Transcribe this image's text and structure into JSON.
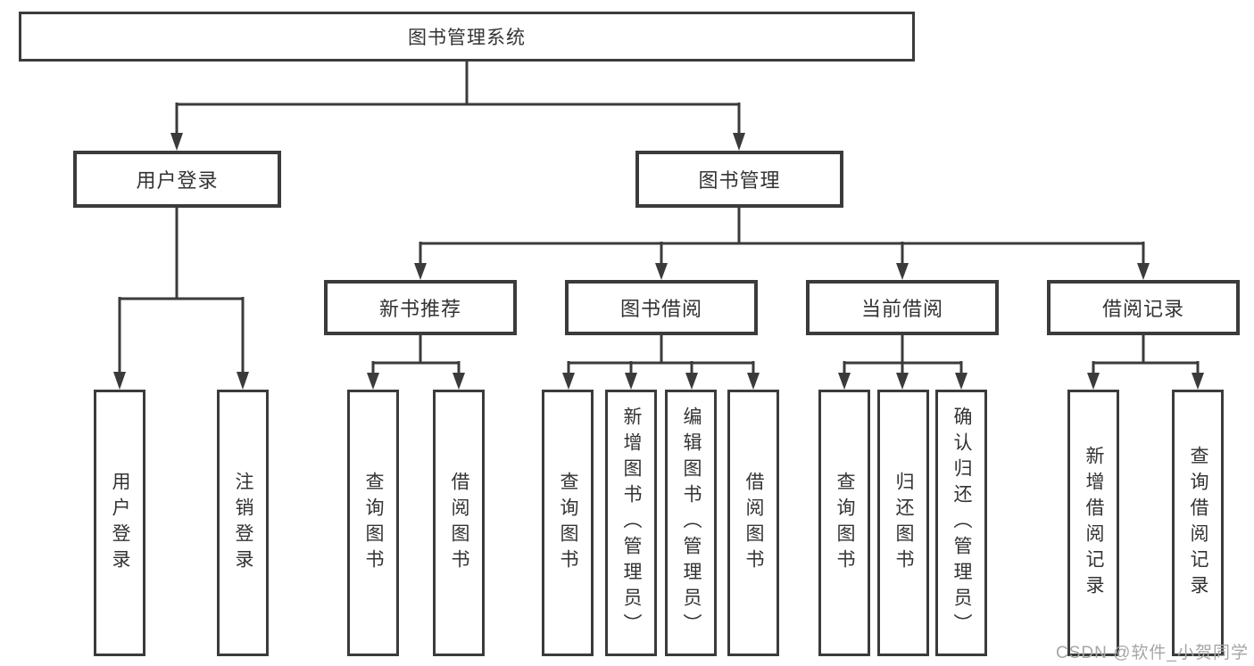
{
  "diagram": {
    "root": {
      "label": "图书管理系统"
    },
    "children": [
      {
        "label": "用户登录",
        "children": [
          {
            "label": "用户登录"
          },
          {
            "label": "注销登录"
          }
        ]
      },
      {
        "label": "图书管理",
        "children": [
          {
            "label": "新书推荐",
            "children": [
              {
                "label": "查询图书"
              },
              {
                "label": "借阅图书"
              }
            ]
          },
          {
            "label": "图书借阅",
            "children": [
              {
                "label": "查询图书"
              },
              {
                "label": "新增图书（管理员）"
              },
              {
                "label": "编辑图书（管理员）"
              },
              {
                "label": "借阅图书"
              }
            ]
          },
          {
            "label": "当前借阅",
            "children": [
              {
                "label": "查询图书"
              },
              {
                "label": "归还图书"
              },
              {
                "label": "确认归还（管理员）"
              }
            ]
          },
          {
            "label": "借阅记录",
            "children": [
              {
                "label": "新增借阅记录"
              },
              {
                "label": "查询借阅记录"
              }
            ]
          }
        ]
      }
    ]
  },
  "watermark": {
    "text": "CSDN @软件_小贺同学"
  },
  "colors": {
    "line": "#3b3b3b",
    "box_border": "#3b3b3b",
    "text": "#333333",
    "watermark": "#a6a6a6",
    "background": "#ffffff"
  }
}
